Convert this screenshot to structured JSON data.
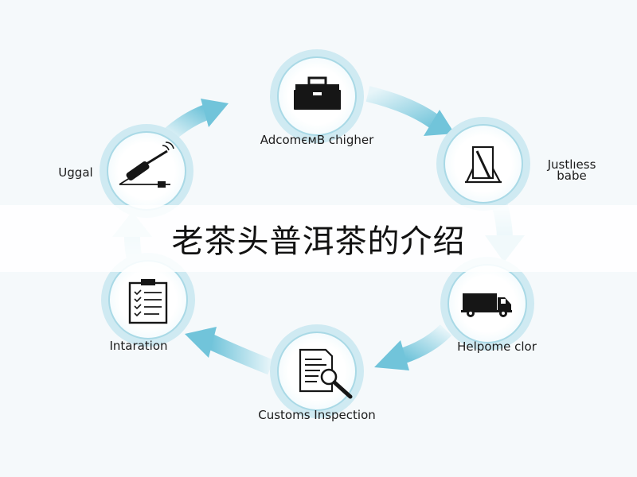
{
  "title": "老茶头普洱茶的介绍",
  "steps": [
    {
      "label": "AdcomємB chigher",
      "icon": "toolbox-icon"
    },
    {
      "label_lines": [
        "Justlıess",
        "babe"
      ],
      "icon": "frame-icon"
    },
    {
      "label": "Helpome clor",
      "icon": "delivery-truck-icon"
    },
    {
      "label": "Customs Inspection",
      "icon": "document-magnifier-icon"
    },
    {
      "label": "Intaration",
      "icon": "clipboard-checklist-icon"
    },
    {
      "label": "Uggal",
      "icon": "tool-icon"
    }
  ],
  "colors": {
    "ring": "#d2ecf2",
    "ring_border": "#a9d9e6",
    "arrow": "#7fcbde",
    "icon": "#161616"
  }
}
